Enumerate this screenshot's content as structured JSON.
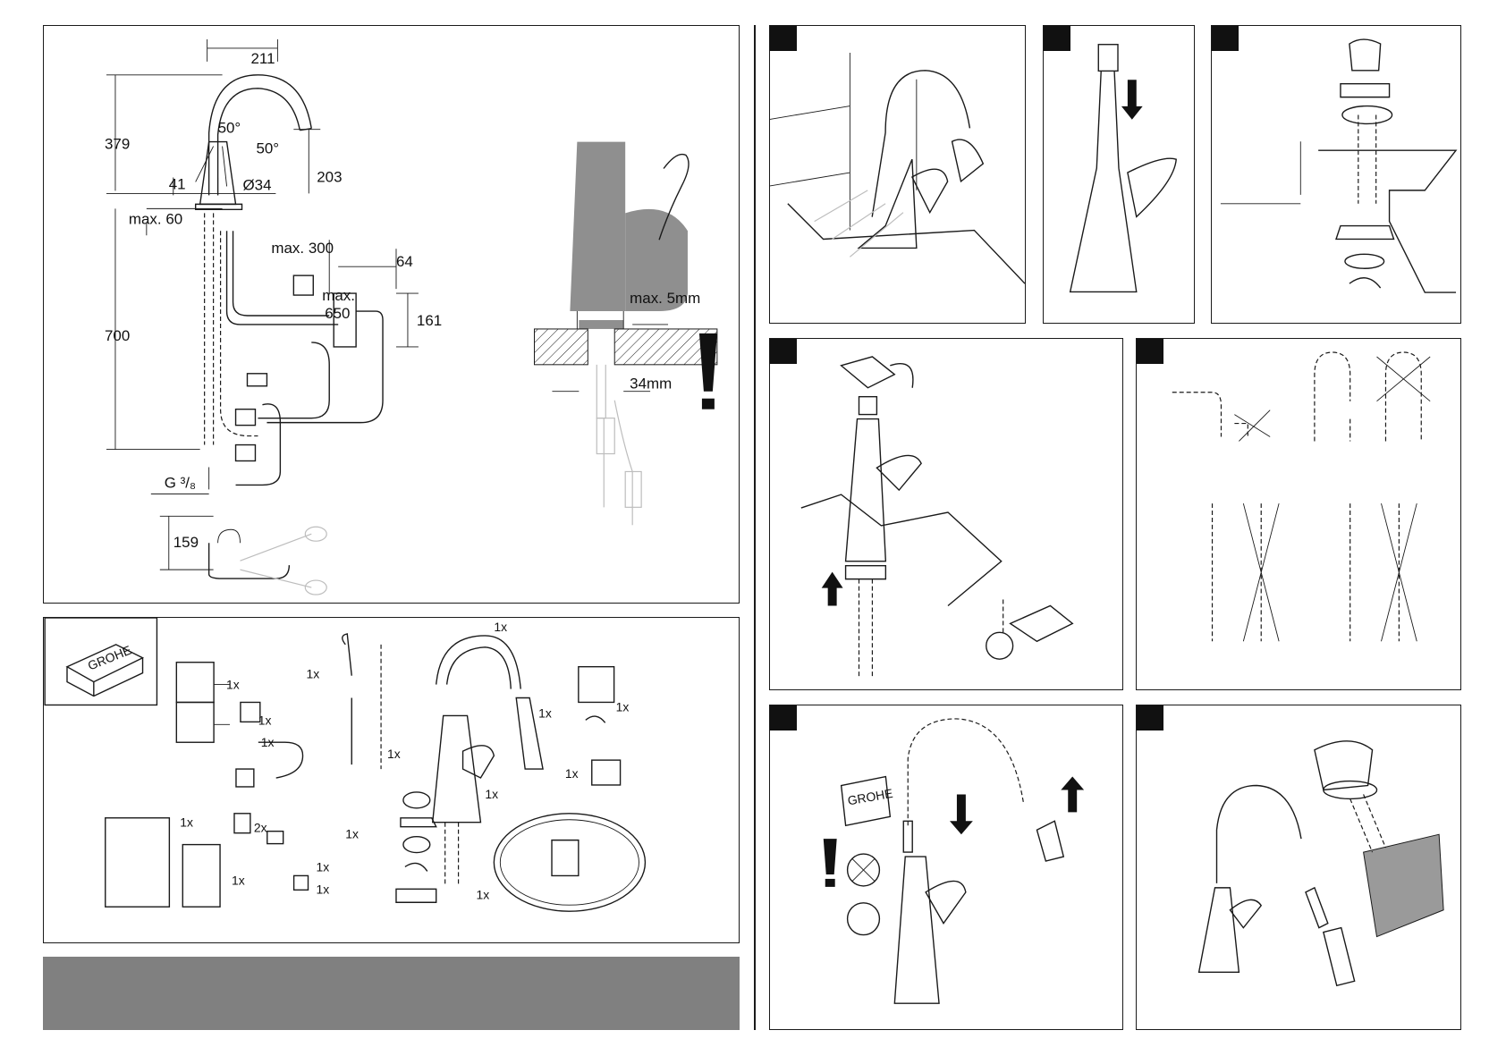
{
  "dimensions_panel": {
    "d_211": "211",
    "d_50a": "50°",
    "d_50b": "50°",
    "d_379": "379",
    "d_203": "203",
    "d_41": "41",
    "d_34": "Ø34",
    "d_max60": "max. 60",
    "d_max300": "max. 300",
    "d_64": "64",
    "d_max650_a": "max.",
    "d_max650_b": "650",
    "d_161": "161",
    "d_700": "700",
    "d_g38": "G ³/₈",
    "d_159": "159",
    "d_max5": "max. 5mm",
    "d_34mm": "34mm",
    "warning": "!"
  },
  "parts_panel": {
    "brand": "GROHE",
    "qty": [
      "1x",
      "1x",
      "1x",
      "1x",
      "1x",
      "1x",
      "1x",
      "1x",
      "1x",
      "1x",
      "2x",
      "1x",
      "1x",
      "1x",
      "1x",
      "1x",
      "1x"
    ]
  },
  "steps": {
    "warning": "!",
    "brand_sachet": "GROHE"
  }
}
